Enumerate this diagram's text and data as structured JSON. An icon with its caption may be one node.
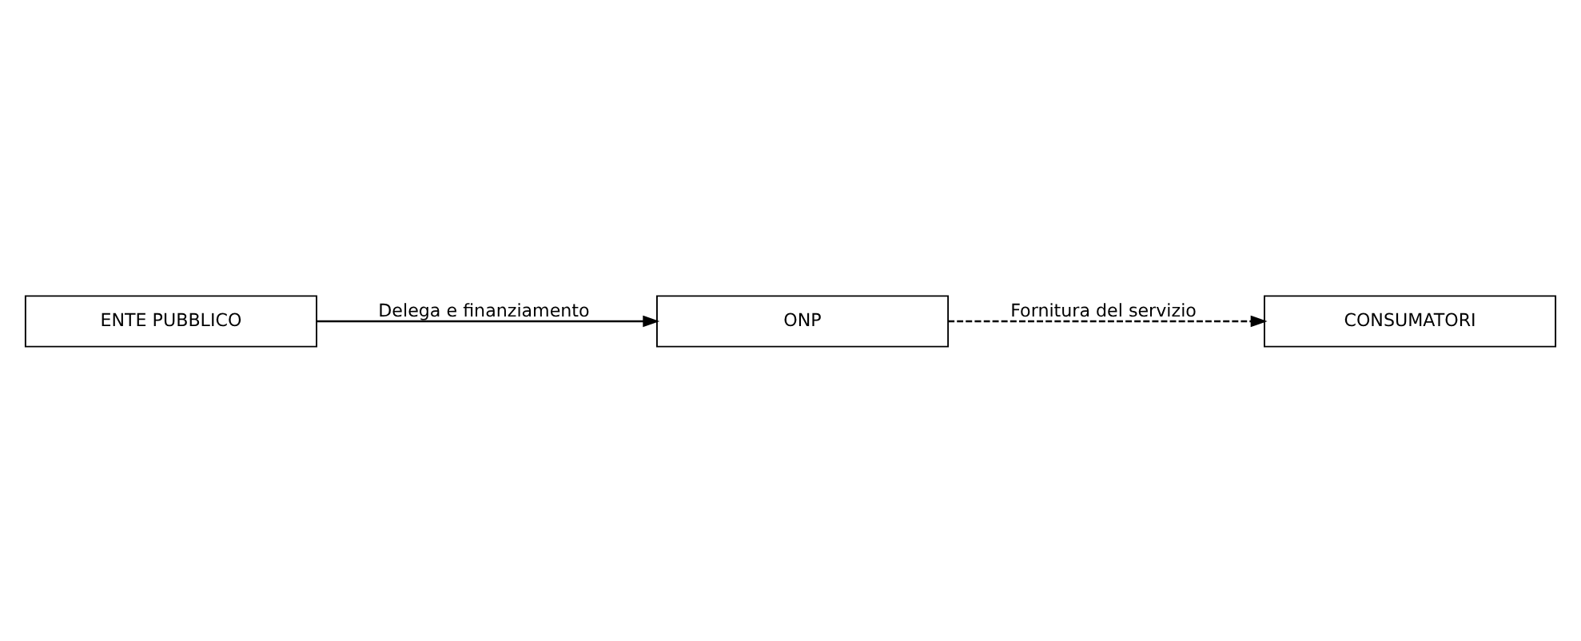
{
  "diagram": {
    "nodes": [
      {
        "text": [
          "ONP"
        ]
      },
      {
        "text": [
          "ENTE PUBBLICO"
        ]
      },
      {
        "text": [
          "CONSUMATORI"
        ]
      }
    ],
    "edges": [
      {
        "from": 1,
        "to": 0,
        "arrow": "to",
        "label": "Delega e finanziamento"
      },
      {
        "from": 0,
        "to": 2,
        "arrow": "to",
        "style": "dashed",
        "label": "Fornitura del servizio"
      }
    ]
  }
}
